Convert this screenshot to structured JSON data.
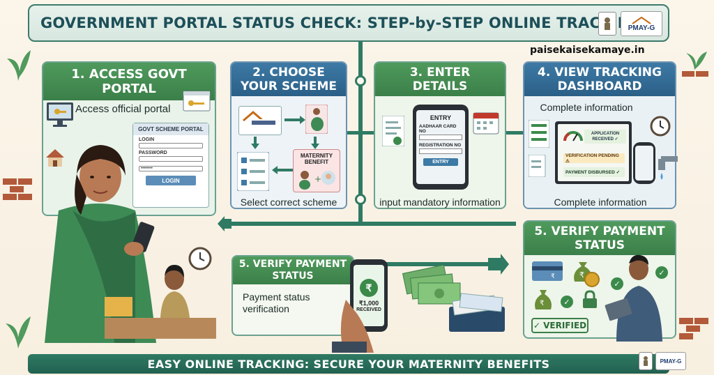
{
  "header": {
    "title": "GOVERNMENT PORTAL STATUS CHECK: STEP-by-STEP ONLINE TRACKING"
  },
  "logos": {
    "pmay": "PMAY-G"
  },
  "site": "paisekaisekamaye.in",
  "steps": [
    {
      "title": "1. ACCESS GOVT PORTAL",
      "caption": "Access official portal",
      "form": {
        "title": "GOVT SCHEME PORTAL",
        "login_label": "LOGIN",
        "password_label": "PASSWORD",
        "password_value": "••••••••",
        "button": "LOGIN"
      }
    },
    {
      "title_line1": "2. CHOOSE",
      "title_line2": "YOUR SCHEME",
      "caption": "Select correct scheme",
      "maternity_line1": "MATERNITY",
      "maternity_line2": "BENEFIT"
    },
    {
      "title_line1": "3. ENTER",
      "title_line2": "DETAILS",
      "caption": "input mandatory information",
      "form": {
        "title": "ENTRY",
        "aadhaar_label": "AADHAAR CARD NO",
        "registration_label": "REGISTRATION NO",
        "button": "ENTRY"
      }
    },
    {
      "title_line1": "4. VIEW TRACKING",
      "title_line2": "DASHBOARD",
      "caption_top": "Complete information",
      "caption_bottom": "Complete information",
      "status": {
        "application_line1": "APPLICATION",
        "application_line2": "RECEIVED ✓",
        "pending": "VERIFICATION PENDING ⚠",
        "disbursed": "PAYMENT DISBURSED ✓"
      }
    },
    {
      "title_line1": "5. VERIFY PAYMENT",
      "title_line2": "STATUS",
      "caption_line1": "Payment status",
      "caption_line2": "verification",
      "amount": "₹1,000",
      "received": "RECEIVED"
    },
    {
      "title_line1": "5. VERIFY PAYMENT",
      "title_line2": "STATUS",
      "verified": "✓ VERIFIED"
    }
  ],
  "footer": {
    "title": "EASY ONLINE TRACKING: SECURE YOUR MATERNITY BENEFITS"
  },
  "colors": {
    "green": "#3b7f49",
    "blue": "#2b5f87",
    "teal": "#2f7a63"
  }
}
